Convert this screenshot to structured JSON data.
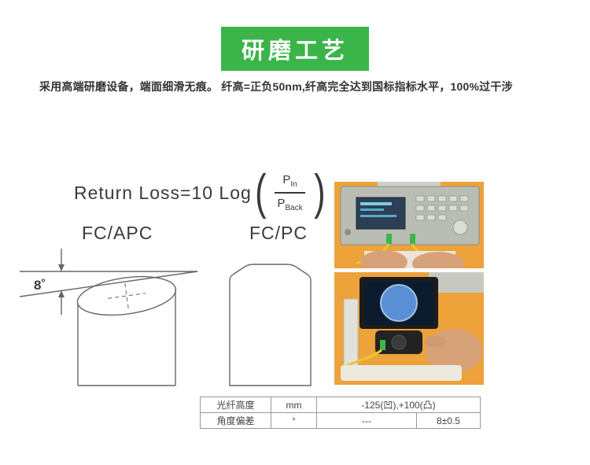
{
  "banner": {
    "title": "研磨工艺"
  },
  "intro": {
    "text": "采用高端研磨设备，端面细滑无痕。 纤高=正负50nm,纤高完全达到国标指标水平，100%过干涉"
  },
  "formula": {
    "prefix": "Return Loss=10 Log",
    "open_paren": "(",
    "close_paren": ")",
    "p": "P",
    "num_sub": "In",
    "den_sub": "Back"
  },
  "diagrams": {
    "left_label": "FC/APC",
    "right_label": "FC/PC",
    "angle": "8˚"
  },
  "spec_table": {
    "rows": {
      "r1": {
        "name": "光纤高度",
        "unit": "mm",
        "value": "-125(凹),+100(凸)"
      },
      "r2": {
        "name": "角度偏差",
        "unit": "°",
        "value1": "---",
        "value2": "8±0.5"
      }
    }
  }
}
